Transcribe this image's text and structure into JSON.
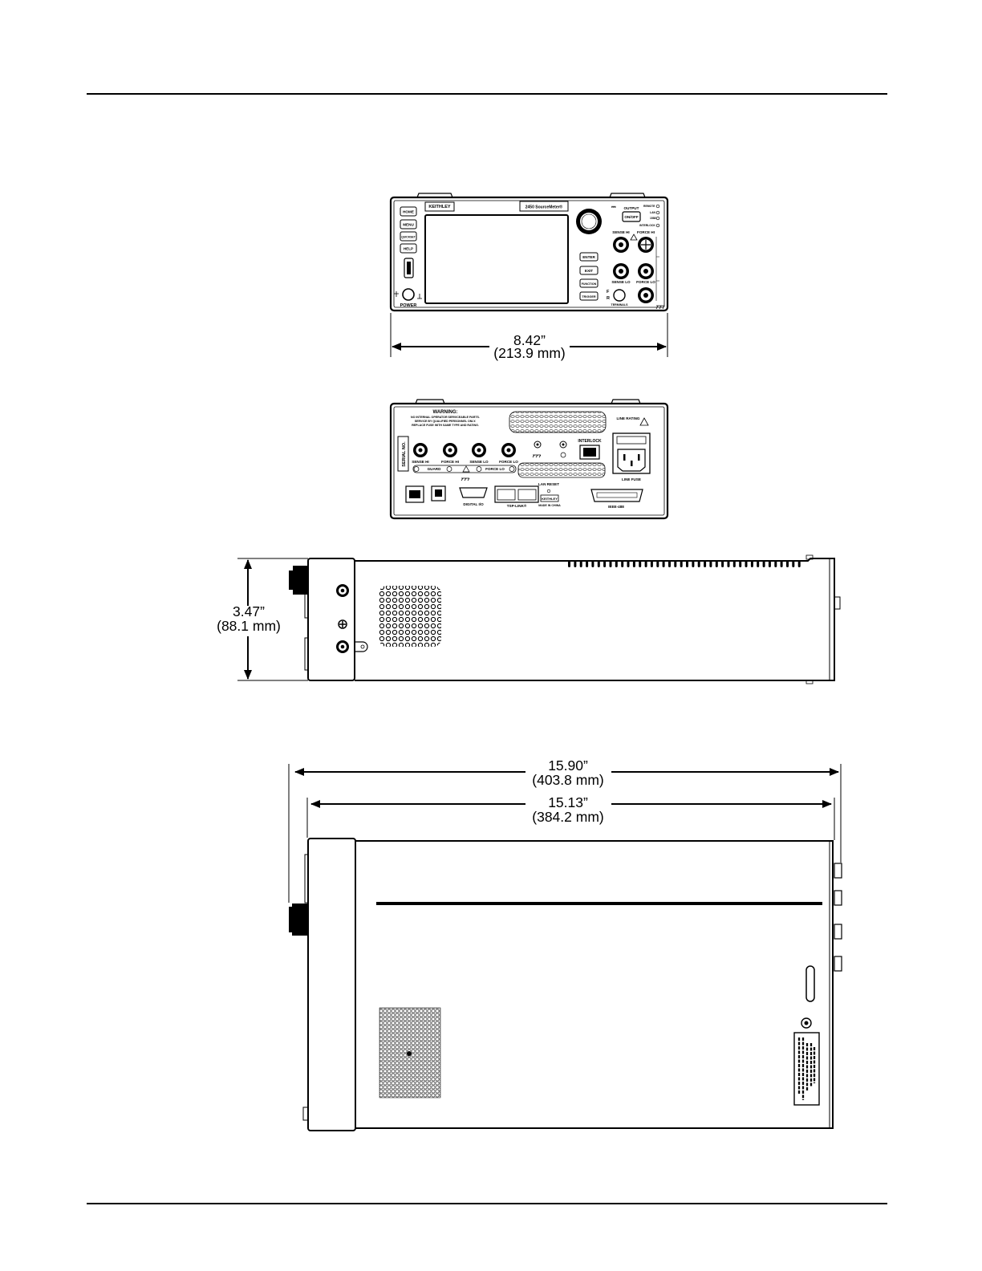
{
  "dimensions": {
    "width_in": "8.42”",
    "width_mm": "(213.9 mm)",
    "height_in": "3.47”",
    "height_mm": "(88.1 mm)",
    "depth_overall_in": "15.90”",
    "depth_overall_mm": "(403.8 mm)",
    "depth_chassis_in": "15.13”",
    "depth_chassis_mm": "(384.2 mm)"
  },
  "front_panel": {
    "brand": "KEITHLEY",
    "model": "2450 SourceMeter®",
    "buttons": [
      "HOME",
      "MENU",
      "QUICKSET",
      "HELP",
      "ENTER",
      "EXIT",
      "FUNCTION",
      "TRIGGER"
    ],
    "power_label": "POWER",
    "output_label": "OUTPUT",
    "output_button": "ON/OFF",
    "indicators": [
      "REMOTE",
      "LAN",
      "1588",
      "INTERLOCK"
    ],
    "terminal_labels": [
      "SENSE HI",
      "FORCE HI",
      "SENSE LO",
      "FORCE LO"
    ],
    "terminals_label": "TERMINALS",
    "terminal_fr": [
      "F",
      "R"
    ]
  },
  "rear_panel": {
    "warning_title": "WARNING:",
    "warning_lines": [
      "NO INTERNAL OPERATOR SERVICEABLE PARTS.",
      "SERVICE BY QUALIFIED PERSONNEL ONLY.",
      "REPLACE FUSE WITH SAME TYPE AND RATING."
    ],
    "serial_label": "SERIAL NO.",
    "terminal_labels": [
      "SENSE HI",
      "FORCE HI",
      "SENSE LO",
      "FORCE LO"
    ],
    "guard_label": "GUARD",
    "force_lo_label": "FORCE LO",
    "interlock_label": "INTERLOCK",
    "line_rating": "LINE RATING",
    "line_fuse": "LINE FUSE",
    "lan_reset": "LAN RESET",
    "digital_io": "DIGITAL I/O",
    "tsp_link": "TSP-LINK®",
    "made_in": "MADE IN CHINA",
    "ieee": "IEEE-488"
  }
}
